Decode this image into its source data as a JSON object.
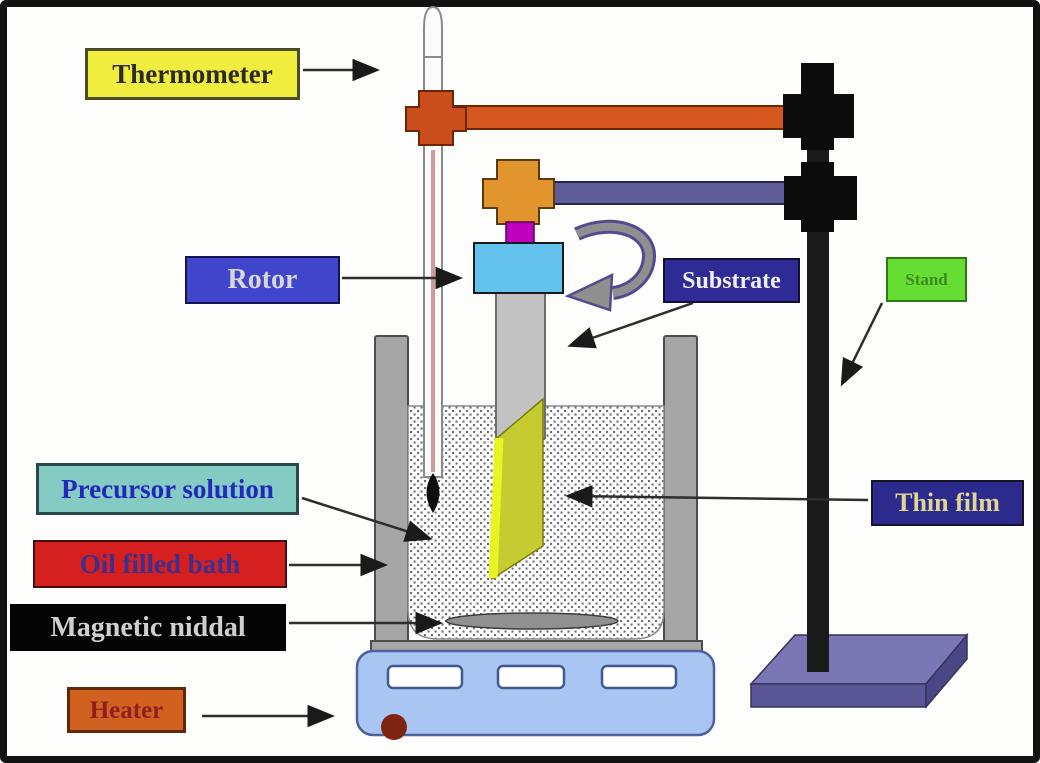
{
  "labels": {
    "thermometer": "Thermometer",
    "rotor": "Rotor",
    "substrate": "Substrate",
    "stand": "Stand",
    "precursor_solution": "Precursor solution",
    "oil_filled_bath": "Oil filled bath",
    "magnetic_niddal": "Magnetic niddal",
    "heater": "Heater",
    "thin_film": "Thin film"
  },
  "colors": {
    "thermometer_label_bg": "#f0ed3e",
    "rotor_label_bg": "#3f46cc",
    "substrate_label_bg": "#2e2b96",
    "stand_label_bg": "#66dd33",
    "precursor_label_bg": "#83cbc3",
    "oil_label_bg": "#d61f1f",
    "magnetic_label_bg": "#050505",
    "heater_label_bg": "#d2601f",
    "thin_film_label_bg": "#2d2a8e",
    "substrate_plate": "#c6cb31",
    "rotor_body": "#63c3ee",
    "clamp_orange": "#c94e1b",
    "clamp_amber": "#e2952d",
    "spindle_magenta": "#bf00bf",
    "stand_pole": "#0d0d0d",
    "stand_base": "#7b77b5",
    "bath_wall": "#a6a6a6",
    "heater_body": "#a9c5f1",
    "heater_knob": "#7e2410"
  }
}
